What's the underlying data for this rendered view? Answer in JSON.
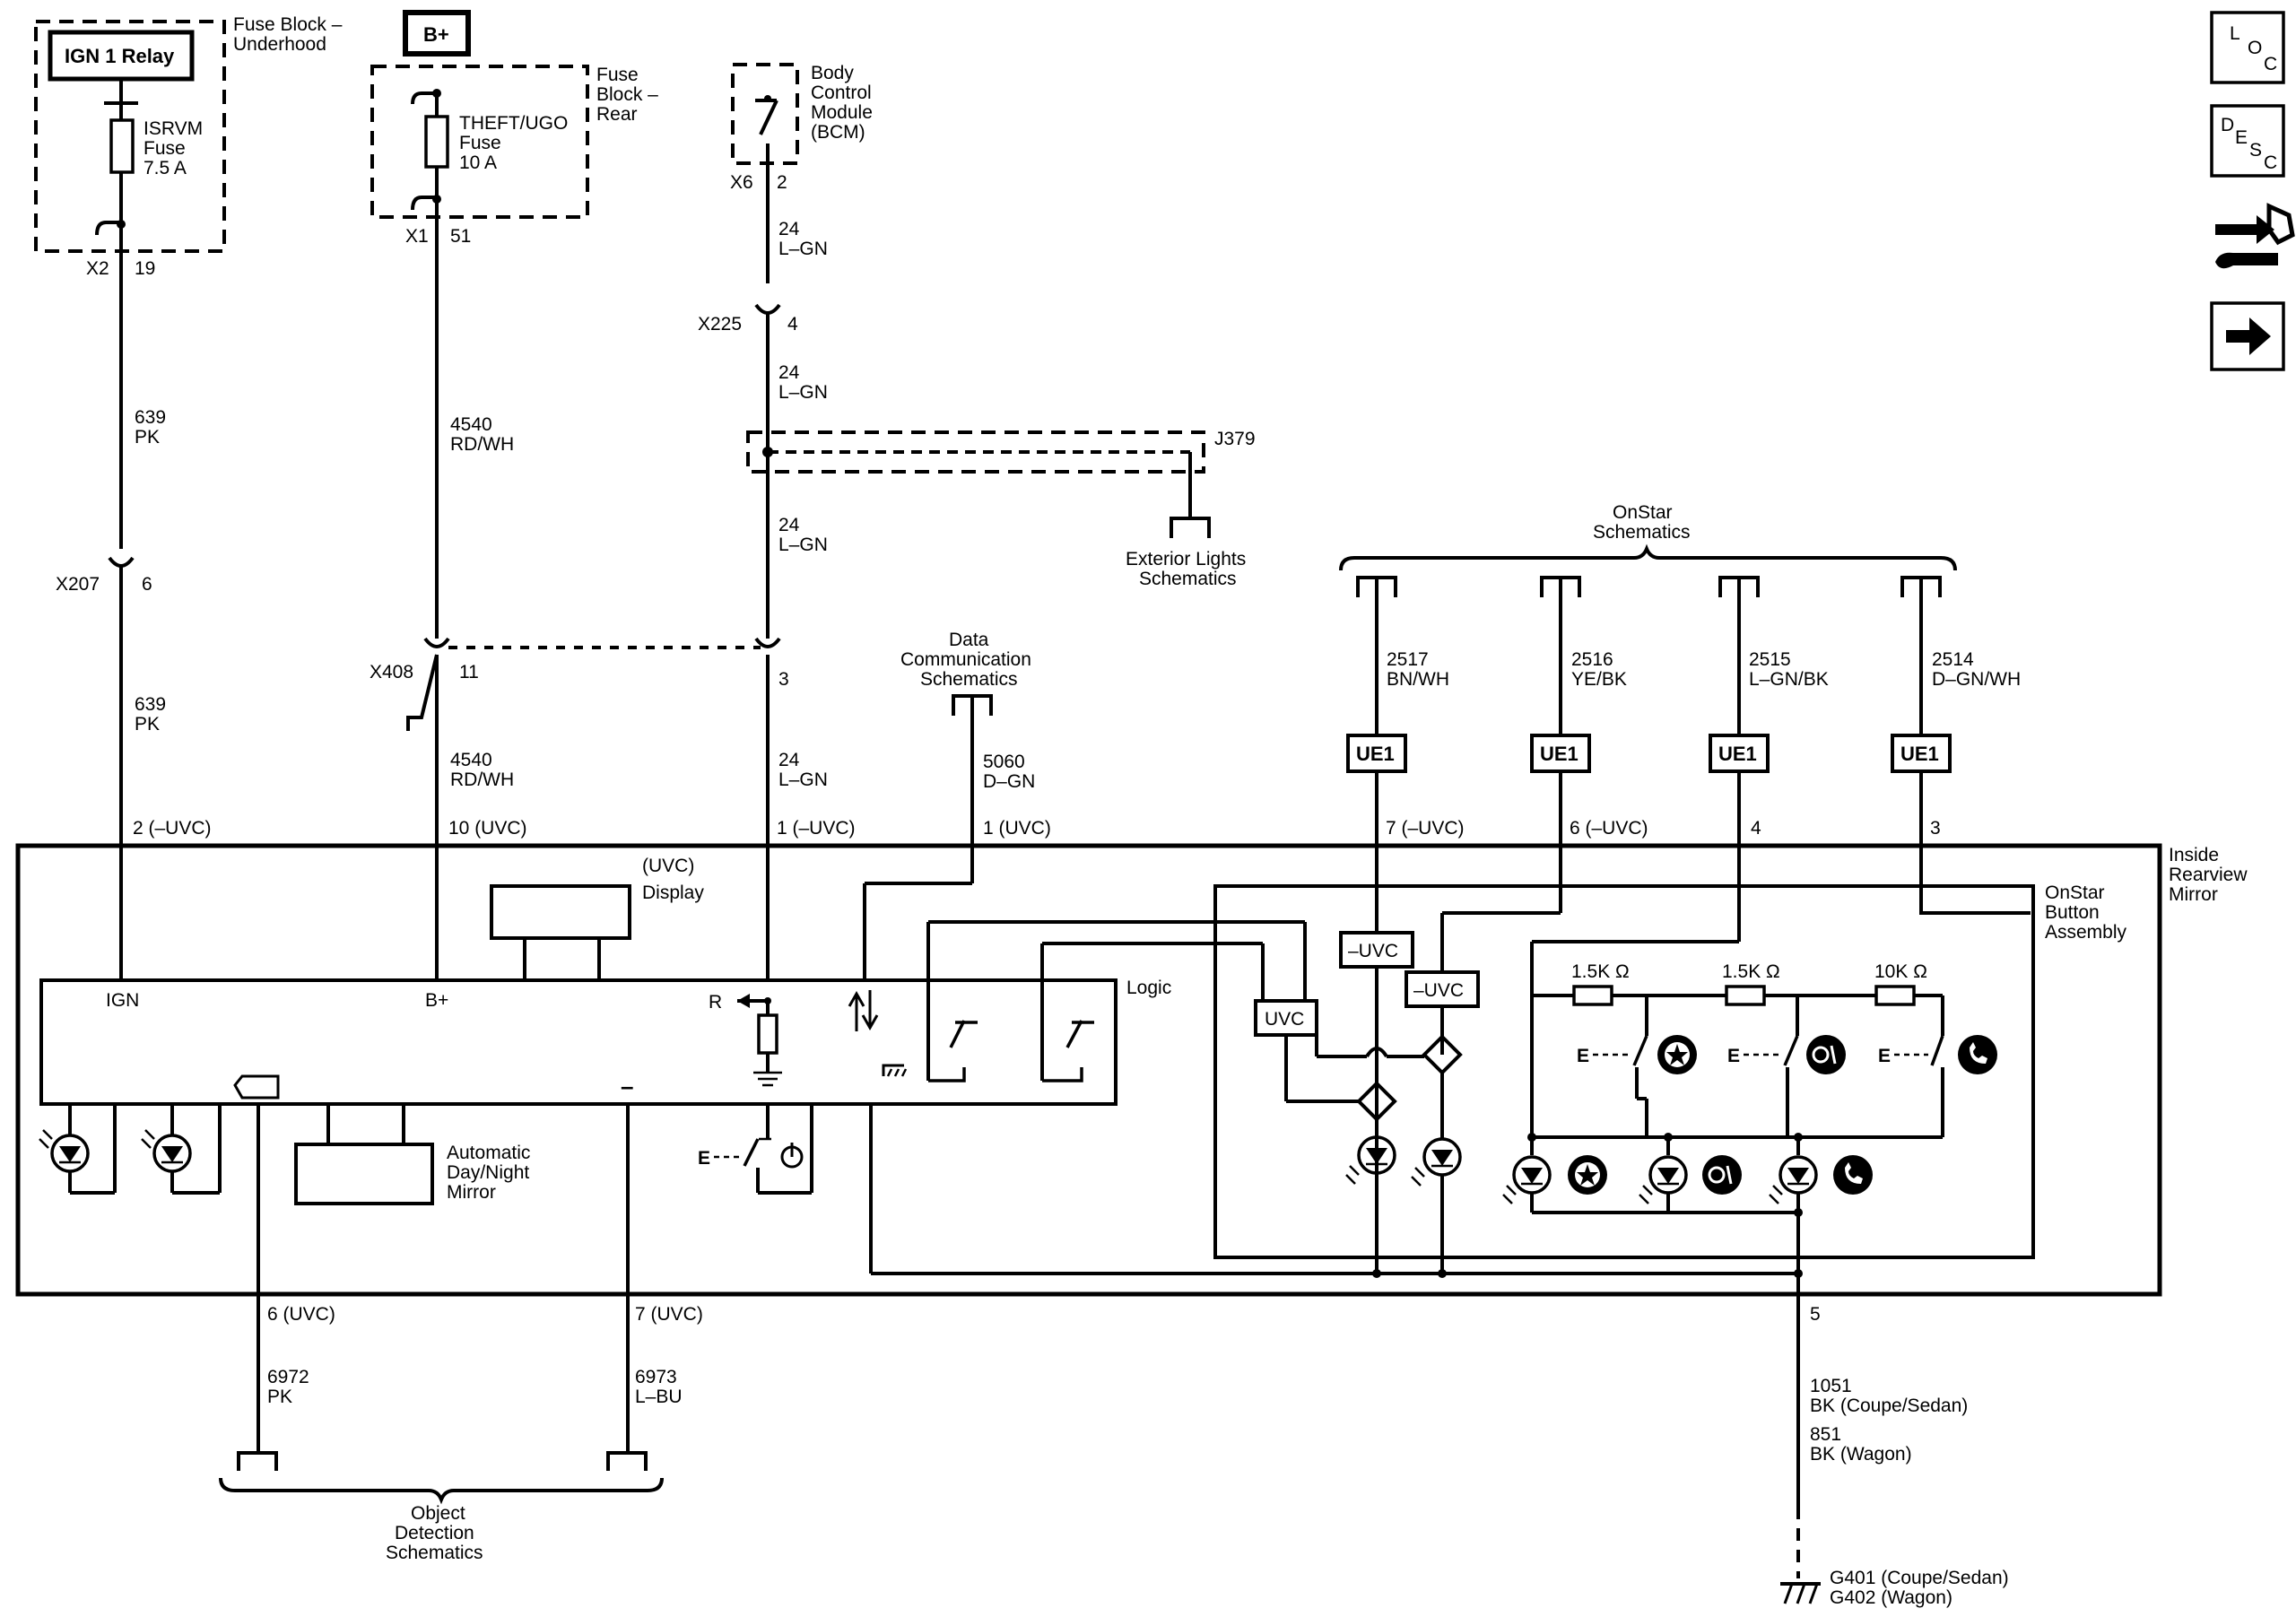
{
  "top_left": {
    "relay": "IGN 1 Relay",
    "fuse_block_line1": "Fuse Block –",
    "fuse_block_line2": "Underhood",
    "fuse_l1": "ISRVM",
    "fuse_l2": "Fuse",
    "fuse_l3": "7.5 A",
    "conn_a": "X2",
    "pin_a": "19",
    "wire_a_num": "639",
    "wire_a_col": "PK",
    "conn_b": "X207",
    "pin_b": "6",
    "wire_b_num": "639",
    "wire_b_col": "PK",
    "pin_mirror": "2 (–UVC)"
  },
  "top_mid": {
    "bplus": "B+",
    "fuse_block_line1": "Fuse",
    "fuse_block_line2": "Block –",
    "fuse_block_line3": "Rear",
    "fuse_l1": "THEFT/UGO",
    "fuse_l2": "Fuse",
    "fuse_l3": "10 A",
    "conn_a": "X1",
    "pin_a": "51",
    "wire_a_num": "4540",
    "wire_a_col": "RD/WH",
    "conn_b": "X408",
    "pin_b": "11",
    "wire_b_num": "4540",
    "wire_b_col": "RD/WH",
    "pin_mirror": "10 (UVC)"
  },
  "bcm": {
    "l1": "Body",
    "l2": "Control",
    "l3": "Module",
    "l4": "(BCM)",
    "conn": "X6",
    "pin": "2",
    "w1_num": "24",
    "w1_col": "L–GN",
    "x225": "X225",
    "x225_pin": "4",
    "w2_num": "24",
    "w2_col": "L–GN",
    "splice": "J379",
    "w3_num": "24",
    "w3_col": "L–GN",
    "ext_l1": "Exterior Lights",
    "ext_l2": "Schematics",
    "pin_b": "3",
    "w4_num": "24",
    "w4_col": "L–GN",
    "pin_mirror": "1 (–UVC)"
  },
  "data_comm": {
    "l1": "Data",
    "l2": "Communication",
    "l3": "Schematics",
    "w_num": "5060",
    "w_col": "D–GN",
    "pin_mirror": "1 (UVC)"
  },
  "onstar": {
    "l1": "OnStar",
    "l2": "Schematics",
    "wires": [
      {
        "num": "2517",
        "col": "BN/WH",
        "ue": "UE1",
        "pin": "7 (–UVC)"
      },
      {
        "num": "2516",
        "col": "YE/BK",
        "ue": "UE1",
        "pin": "6 (–UVC)"
      },
      {
        "num": "2515",
        "col": "L–GN/BK",
        "ue": "UE1",
        "pin": "4"
      },
      {
        "num": "2514",
        "col": "D–GN/WH",
        "ue": "UE1",
        "pin": "3"
      }
    ],
    "assembly_l1": "OnStar",
    "assembly_l2": "Button",
    "assembly_l3": "Assembly",
    "r1": "1.5K Ω",
    "r2": "1.5K Ω",
    "r3": "10K Ω",
    "uvc1": "–UVC",
    "uvc2": "–UVC",
    "uvc3": "UVC"
  },
  "mirror": {
    "l1": "Inside",
    "l2": "Rearview",
    "l3": "Mirror",
    "uvc_tag": "(UVC)",
    "display": "Display",
    "logic": "Logic",
    "ign": "IGN",
    "bplus": "B+",
    "r": "R",
    "minus": "–",
    "adn_l1": "Automatic",
    "adn_l2": "Day/Night",
    "adn_l3": "Mirror",
    "pin5": "5"
  },
  "object_det": {
    "pin_a": "6 (UVC)",
    "w_a_num": "6972",
    "w_a_col": "PK",
    "pin_b": "7 (UVC)",
    "w_b_num": "6973",
    "w_b_col": "L–BU",
    "l1": "Object",
    "l2": "Detection",
    "l3": "Schematics"
  },
  "ground": {
    "w1": "1051",
    "w1c": "BK (Coupe/Sedan)",
    "w2": "851",
    "w2c": "BK (Wagon)",
    "g1": "G401 (Coupe/Sedan)",
    "g2": "G402 (Wagon)"
  },
  "nav": {
    "loc_icon": "loc-icon",
    "desc_icon": "desc-icon",
    "connector_icon": "connector-tool-icon",
    "next_icon": "next-arrow-icon",
    "loc_l": "L",
    "loc_o": "O",
    "loc_c": "C",
    "desc_d": "D",
    "desc_e": "E",
    "desc_s": "S",
    "desc_c": "C"
  }
}
